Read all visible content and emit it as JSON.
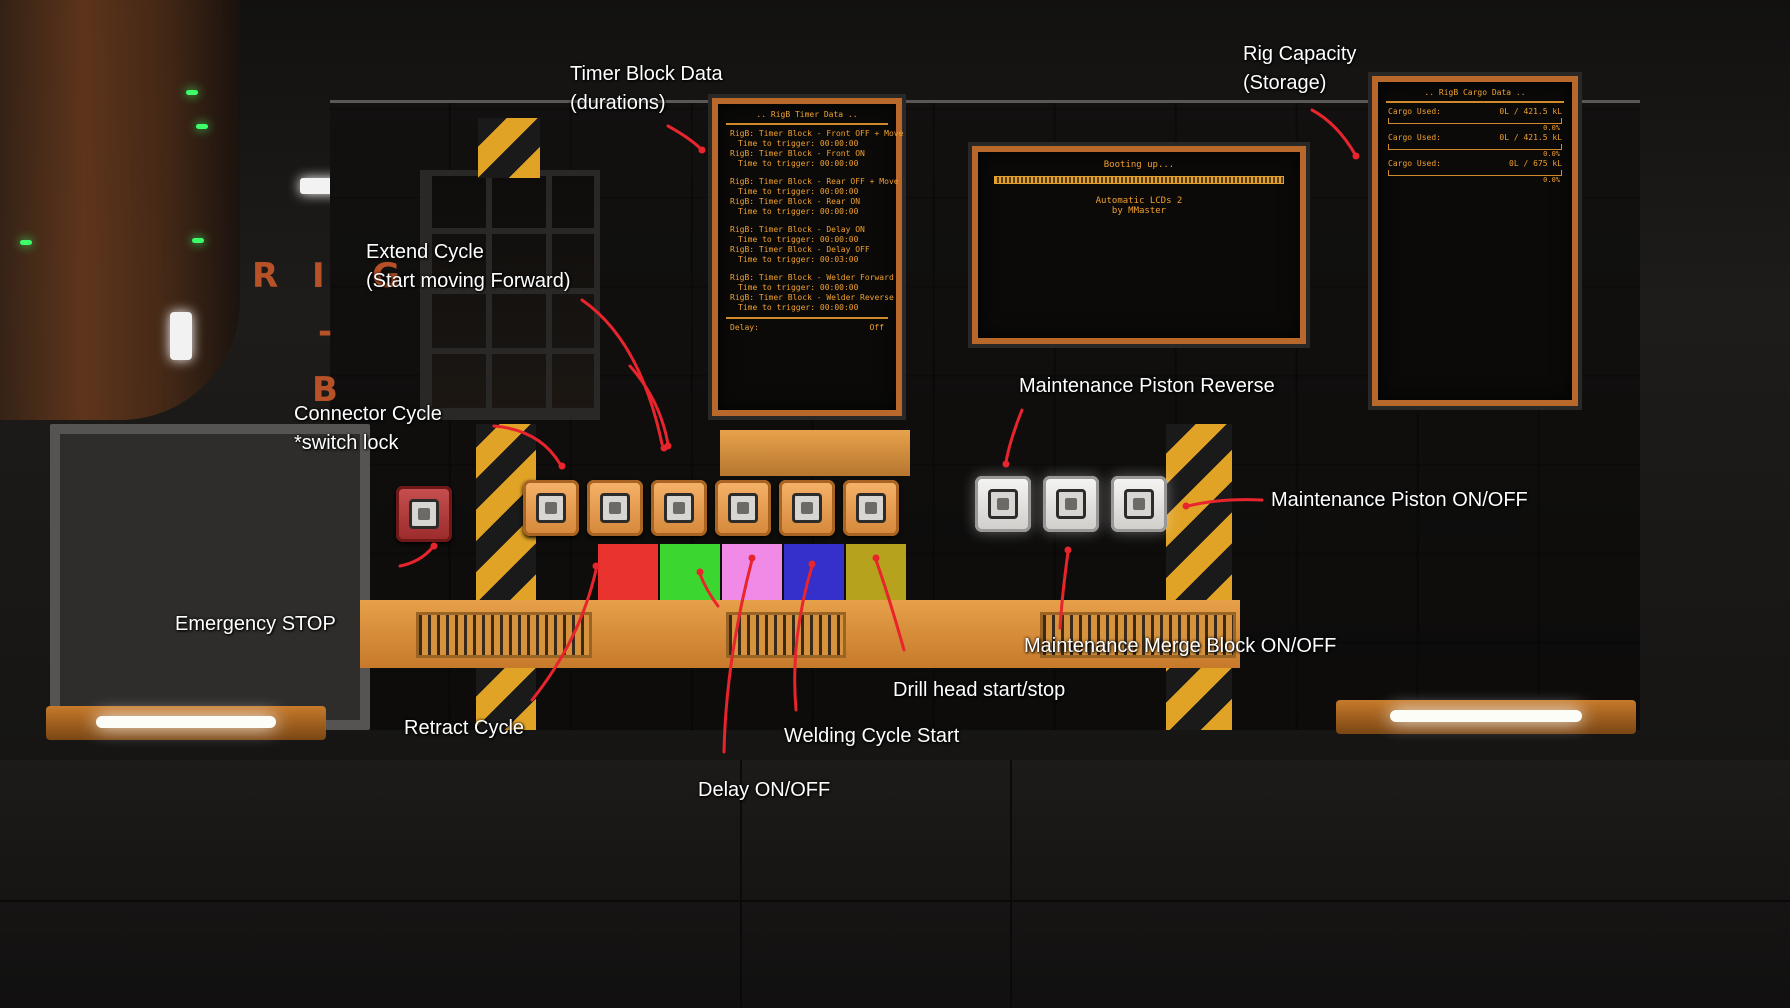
{
  "scene": {
    "rig_sign_letters": [
      "R",
      "I",
      "G",
      "-",
      "B"
    ]
  },
  "timer_lcd": {
    "title": ".. RigB Timer Data ..",
    "entries": [
      {
        "name": "RigB: Timer Block - Front OFF + Move",
        "time": "Time to trigger: 00:00:00"
      },
      {
        "name": "RigB: Timer Block - Front ON",
        "time": "Time to trigger: 00:00:00"
      },
      {
        "name": "RigB: Timer Block - Rear OFF + Move",
        "time": "Time to trigger: 00:00:00"
      },
      {
        "name": "RigB: Timer Block - Rear ON",
        "time": "Time to trigger: 00:00:00"
      },
      {
        "name": "RigB: Timer Block - Delay ON",
        "time": "Time to trigger: 00:00:00"
      },
      {
        "name": "RigB: Timer Block - Delay OFF",
        "time": "Time to trigger: 00:03:00"
      },
      {
        "name": "RigB: Timer Block - Welder Forward",
        "time": "Time to trigger: 00:00:00"
      },
      {
        "name": "RigB: Timer Block - Welder Reverse",
        "time": "Time to trigger: 00:00:00"
      }
    ],
    "delay_label": "Delay:",
    "delay_value": "Off"
  },
  "boot_lcd": {
    "status": "Booting up...",
    "line1": "Automatic LCDs 2",
    "line2": "by MMaster"
  },
  "cargo_lcd": {
    "title": ".. RigB Cargo Data ..",
    "rows": [
      {
        "label": "Cargo Used:",
        "value": "0L / 421.5 kL",
        "pct": "0.0%"
      },
      {
        "label": "Cargo Used:",
        "value": "0L / 421.5 kL",
        "pct": "0.0%"
      },
      {
        "label": "Cargo Used:",
        "value": "0L / 675 kL",
        "pct": "0.0%"
      }
    ]
  },
  "annotations": {
    "timer_block_data": [
      "Timer Block Data",
      "(durations)"
    ],
    "rig_capacity": [
      "Rig Capacity",
      "(Storage)"
    ],
    "extend_cycle": [
      "Extend Cycle",
      "(Start moving Forward)"
    ],
    "connector_cycle": [
      "Connector Cycle",
      "*switch lock"
    ],
    "maint_piston_reverse": "Maintenance Piston Reverse",
    "maint_piston_onoff": "Maintenance Piston ON/OFF",
    "emergency_stop": "Emergency STOP",
    "maint_merge_block": "Maintenance Merge Block ON/OFF",
    "drill_head": "Drill head start/stop",
    "retract_cycle": "Retract Cycle",
    "welding_cycle": "Welding Cycle Start",
    "delay_onoff": "Delay ON/OFF"
  },
  "colors": {
    "annotation_arrow": "#e8242c",
    "lcd_text": "#f0a030",
    "button_orange": "#e9a050",
    "button_white": "#ededeb",
    "button_red": "#b33c3c",
    "block_red": "#e8332e",
    "block_green": "#3cd631",
    "block_pink": "#f08ae6",
    "block_blue": "#3530c9",
    "block_yellow": "#b6a21c",
    "hazard_yellow": "#e1a326"
  },
  "icons": {
    "button_face": "square-push-button-icon"
  }
}
